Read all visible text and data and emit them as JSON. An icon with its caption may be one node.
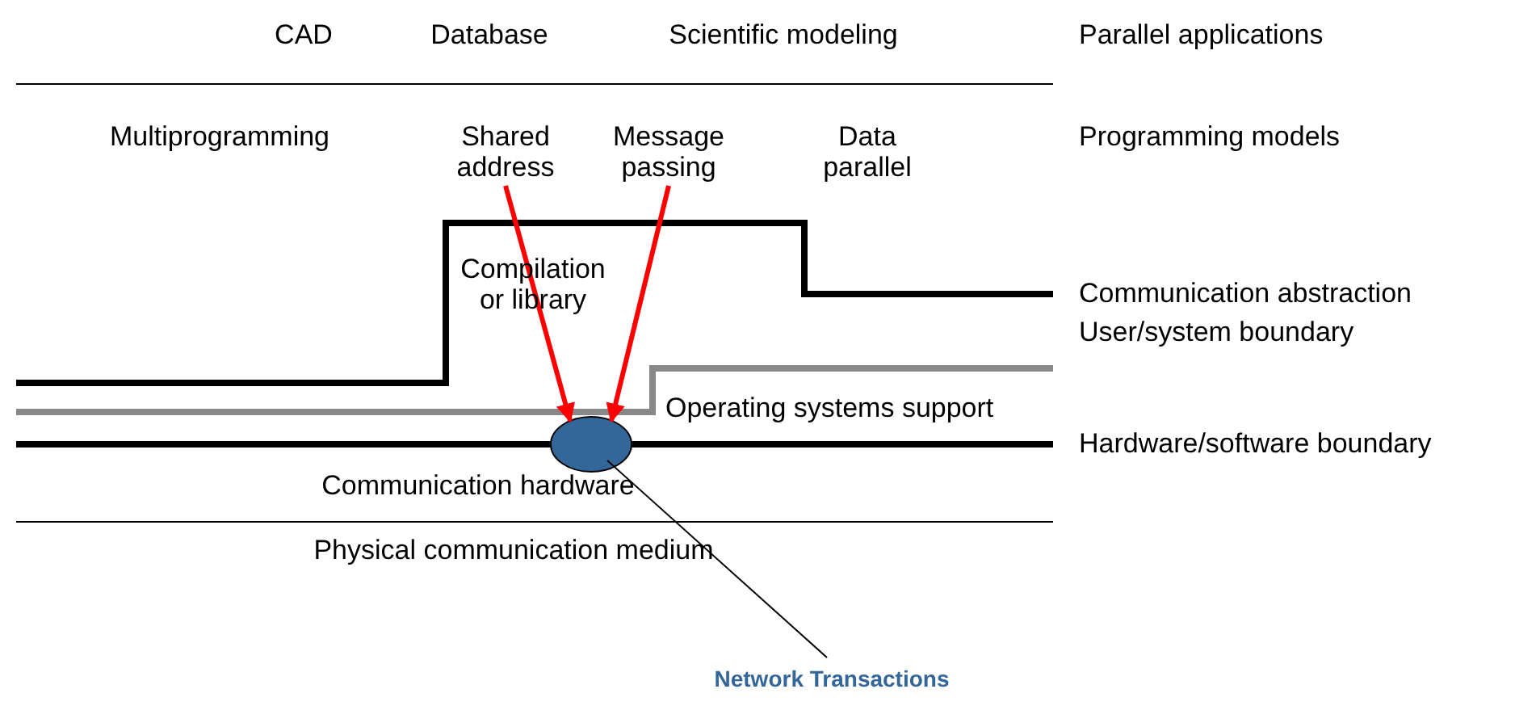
{
  "diagram": {
    "nodes": [
      {
        "text": [
          "Shared address"
        ]
      },
      {
        "text": [
          "Message passing"
        ]
      },
      {
        "text": [],
        "shape": "circle"
      },
      {
        "text": [
          "Network Transactions"
        ]
      }
    ],
    "edges": [
      {
        "from": 0,
        "to": 2,
        "arrow": "to"
      },
      {
        "from": 1,
        "to": 2,
        "arrow": "to"
      },
      {
        "from": 3,
        "to": 2,
        "arrow": "none",
        "color": "#000000"
      }
    ],
    "labels": [
      "CAD",
      "Database",
      "Scientific modeling",
      "Parallel applications",
      "Multiprogramming",
      "Data parallel",
      "Programming models",
      "Compilation or library",
      "Communication abstraction",
      "User/system boundary",
      "Operating systems support",
      "Hardware/software boundary",
      "Communication hardware",
      "Physical communication medium"
    ]
  }
}
